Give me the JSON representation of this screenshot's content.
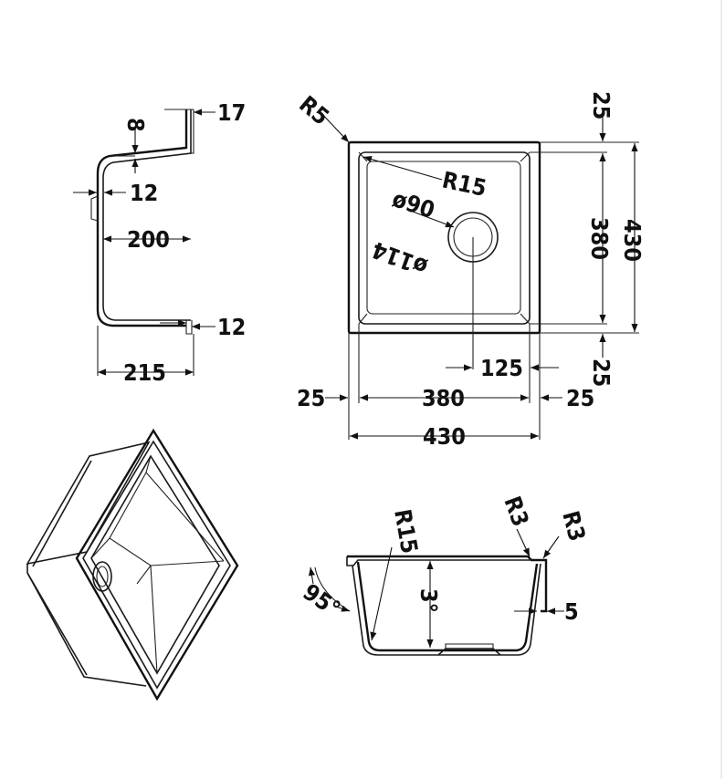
{
  "side_view": {
    "dim_top_flange": "17",
    "dim_depth_offset": "8",
    "dim_upper_wall": "12",
    "dim_inner_depth": "200",
    "dim_lower_wall": "12",
    "dim_total_depth": "215"
  },
  "top_view": {
    "corner_outer_radius": "R5",
    "corner_inner_radius": "R15",
    "drain_inner_diameter": "ø90",
    "drain_outer_diameter": "ø114",
    "drain_offset": "125",
    "rim_top": "25",
    "rim_bottom": "25",
    "rim_left": "25",
    "rim_right": "25",
    "inner_width": "380",
    "outer_width": "430",
    "inner_length": "380",
    "outer_length": "430"
  },
  "section_view": {
    "bottom_radius": "R15",
    "flange_radius_outer": "R3",
    "flange_radius_inner": "R3",
    "wall_angle": "95°",
    "slope": "3°",
    "flange_width": "5"
  }
}
